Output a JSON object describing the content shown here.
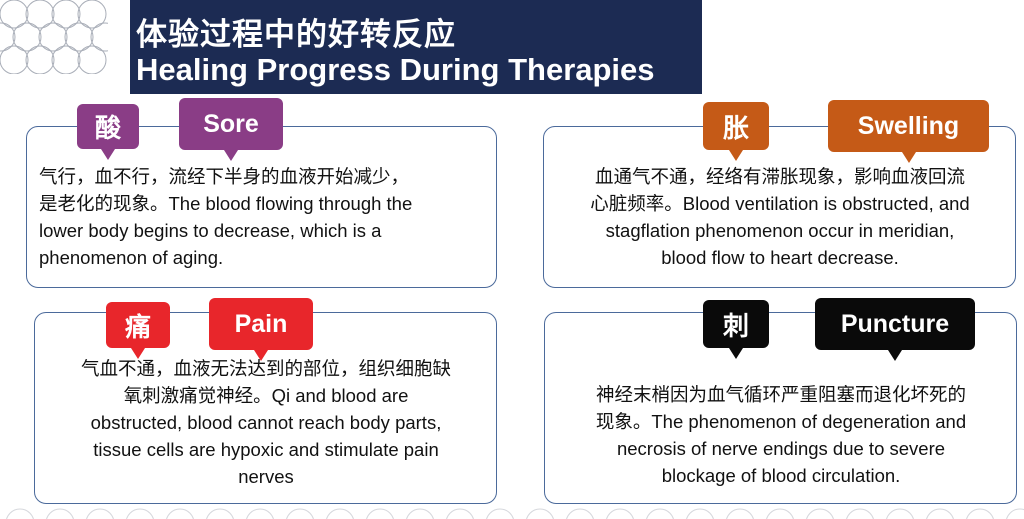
{
  "header": {
    "title_cn": "体验过程中的好转反应",
    "title_en": "Healing Progress During Therapies"
  },
  "colors": {
    "header_bg": "#1c2b53",
    "card_border": "#4b6a9b",
    "sore": "#8a3d86",
    "swelling": "#c55a17",
    "pain": "#e8262b",
    "puncture": "#0a0a0a"
  },
  "cards": {
    "sore": {
      "tag_cn": "酸",
      "tag_en": "Sore",
      "lines": [
        "气行，血不行，流经下半身的血液开始减少，",
        "是老化的现象。The blood flowing through the",
        "lower body begins to decrease, which is a",
        "phenomenon of aging."
      ]
    },
    "swelling": {
      "tag_cn": "胀",
      "tag_en": "Swelling",
      "lines": [
        "血通气不通，经络有滞胀现象，影响血液回流",
        "心脏频率。Blood ventilation is obstructed, and",
        "stagflation phenomenon occur in meridian,",
        "blood flow to heart decrease."
      ]
    },
    "pain": {
      "tag_cn": "痛",
      "tag_en": "Pain",
      "lines": [
        "气血不通，血液无法达到的部位，组织细胞缺",
        "氧刺激痛觉神经。Qi and blood are",
        "obstructed, blood cannot reach body parts,",
        "tissue cells are hypoxic and stimulate pain",
        "nerves"
      ]
    },
    "puncture": {
      "tag_cn": "刺",
      "tag_en": "Puncture",
      "lines": [
        "神经末梢因为血气循环严重阻塞而退化坏死的",
        "现象。The phenomenon of degeneration and",
        "necrosis of nerve endings due to severe",
        "blockage of blood circulation."
      ]
    }
  }
}
